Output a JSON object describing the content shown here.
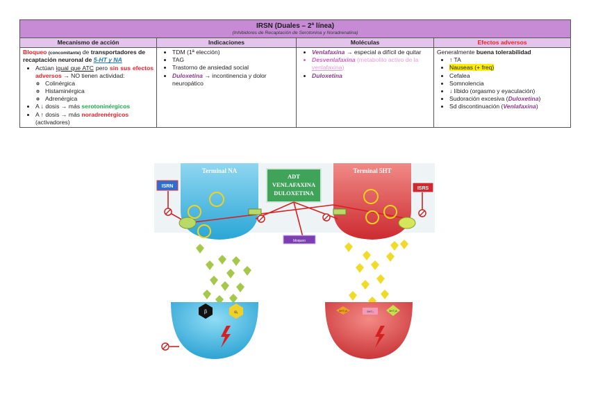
{
  "table": {
    "title": "IRSN (Duales – 2ª línea)",
    "subtitle": "(Inhibidores de Recaptación de Serotonina y Noradrenalina)",
    "headers": {
      "mechanism": "Mecanismo de acción",
      "indications": "Indicaciones",
      "molecules": "Moléculas",
      "adverse": "Efectos adversos"
    },
    "mechanism": {
      "p1_red": "Bloqueo",
      "p1_small": "(concomitante)",
      "p1_text1": "de",
      "p1_bold1": "transportadores de recaptación neuronal de",
      "p1_link": "5-HT y NA",
      "b1_text1": "Actúan",
      "b1_underline": "igual que ATC",
      "b1_text2": "pero",
      "b1_red": "sin sus efectos adversos",
      "b1_text3": "→ NO tienen actividad:",
      "sub_items": [
        "Colinérgica",
        "Histaminérgica",
        "Adrenérgica"
      ],
      "b2_text": "A ↓ dosis → más",
      "b2_green": "serotoninérgicos",
      "b3_text": "A ↑ dosis → más",
      "b3_red": "noradrenérgicos",
      "b3_tail": "(activadores)"
    },
    "indications": {
      "i1": "TDM (1ª elección)",
      "i2": "TAG",
      "i3": "Trastorno de ansiedad social",
      "i4_drug": "Duloxetina",
      "i4_text": "→ incontinencia y dolor neuropático"
    },
    "molecules": {
      "m1_drug": "Venlafaxina",
      "m1_text": "→ especial a difícil de quitar",
      "m2_drug": "Desvenlafaxina",
      "m2_text1": "(metabolito activo de la",
      "m2_text2": "venlafaxina",
      "m2_text3": ")",
      "m3_drug": "Duloxetina"
    },
    "adverse": {
      "intro_text": "Generalmente",
      "intro_bold": "buena tolerabilidad",
      "a1": "↑ TA",
      "a2": "Nauseas (+ freq)",
      "a3": "Cefalea",
      "a4": "Somnolencia",
      "a5": "↓ líbido (orgasmo y eyaculación)",
      "a6_text": "Sudoración excesiva (",
      "a6_drug": "Duloxetina",
      "a6_close": ")",
      "a7_text": "Sd discontinuación (",
      "a7_drug": "Venlafaxina",
      "a7_close": ")"
    }
  },
  "figure": {
    "left_terminal": "Terminal NA",
    "right_terminal": "Terminal 5HT",
    "center_line1": "ADT",
    "center_line2": "VENLAFAXINA",
    "center_line3": "DULOXETINA",
    "isrn_label": "ISRN",
    "isrs_label": "ISRS",
    "center_purple_label": "bloqueo",
    "receptor_labels": [
      "β",
      "α₁",
      "5HT₂A",
      "5HT₃",
      "5HT₁A"
    ],
    "colors": {
      "blue": "#3fb6e0",
      "red": "#dd3a3e",
      "green_box": "#3fa35a",
      "yellow": "#f0e24a",
      "purple": "#7b3fb0"
    }
  }
}
